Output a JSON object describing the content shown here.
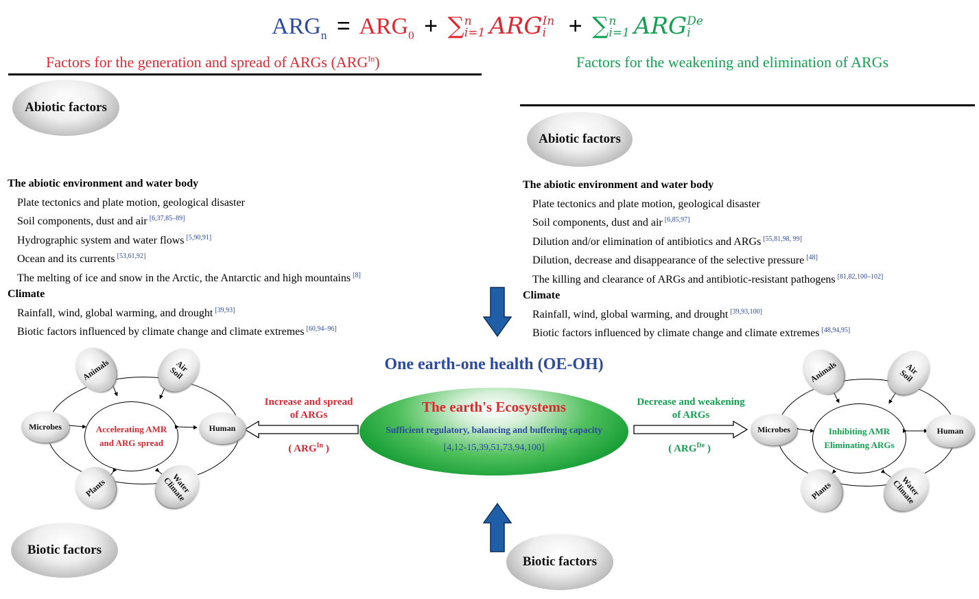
{
  "formula": {
    "lhs": "ARG",
    "lhs_sub": "n",
    "equals": "=",
    "arg0": "ARG",
    "arg0_sub": "0",
    "plus1": "+",
    "sigma": "∑",
    "sum_upper": "n",
    "sum_lower": "i=1",
    "term_in": "ARG",
    "term_in_sup": "In",
    "term_in_sub": "i",
    "plus2": "+",
    "term_de": "ARG",
    "term_de_sup": "De",
    "term_de_sub": "i"
  },
  "left_heading": {
    "text": "Factors for the generation and spread of ARGs (ARG",
    "sup": "In",
    "close": ")"
  },
  "right_heading": "Factors for the weakening and elimination of ARGs",
  "ovals": {
    "abiotic_left": "Abiotic factors",
    "abiotic_right": "Abiotic factors",
    "biotic_left": "Biotic factors",
    "biotic_center": "Biotic factors"
  },
  "left_list": {
    "head1": "The abiotic environment and water body",
    "items1": [
      {
        "text": "Plate tectonics and plate motion, geological disaster",
        "ref": ""
      },
      {
        "text": "Soil components, dust and air",
        "ref": "[6,37,85–89]"
      },
      {
        "text": "Hydrographic system and water flows",
        "ref": "[5,90,91]"
      },
      {
        "text": "Ocean and its currents",
        "ref": "[53,61,92]"
      },
      {
        "text": "The melting of ice and snow in the Arctic, the Antarctic and high mountains",
        "ref": "[8]"
      }
    ],
    "head2": "Climate",
    "items2": [
      {
        "text": "Rainfall, wind, global warming, and drought",
        "ref": "[39,93]"
      },
      {
        "text": "Biotic factors influenced by climate change and climate extremes",
        "ref": "[60,94–96]"
      }
    ]
  },
  "right_list": {
    "head1": "The abiotic environment and water body",
    "items1": [
      {
        "text": "Plate tectonics and plate motion, geological disaster",
        "ref": ""
      },
      {
        "text": "Soil components, dust and air",
        "ref": "[6,85,97]"
      },
      {
        "text": "Dilution and/or elimination of antibiotics and ARGs",
        "ref": "[55,81,98, 99]"
      },
      {
        "text": "Dilution, decrease and disappearance of the selective pressure",
        "ref": "[48]"
      },
      {
        "text": "The killing and clearance of ARGs and antibiotic-resistant pathogens",
        "ref": "[81,82,100–102]"
      }
    ],
    "head2": "Climate",
    "items2": [
      {
        "text": "Rainfall, wind, global warming, and drought",
        "ref": "[39,93,100]"
      },
      {
        "text": "Biotic factors influenced by climate change and climate extremes",
        "ref": "[48,94,95]"
      }
    ]
  },
  "center": {
    "title": "One earth-one health (OE-OH)",
    "eco_title": "The earth's Ecosystems",
    "eco_sub": "Sufficient regulatory, balancing and buffering capacity",
    "eco_refs": "[4,12-15,39,51,73,94,100]"
  },
  "left_arrow": {
    "line1": "Increase and spread",
    "line2": "of ARGs",
    "tag": "( ARG",
    "tag_sup": "In",
    "tag_close": " )"
  },
  "right_arrow": {
    "line1": "Decrease and weakening",
    "line2": "of ARGs",
    "tag": "( ARG",
    "tag_sup": "De",
    "tag_close": " )"
  },
  "left_cycle": {
    "center_line1": "Accelerating AMR",
    "center_line2": "and ARG spread",
    "nodes": {
      "animals": "Animals",
      "air": "Air",
      "soil": "Soil",
      "microbes": "Microbes",
      "human": "Human",
      "plants": "Plants",
      "water": "Water",
      "climate": "Climate"
    }
  },
  "right_cycle": {
    "center_line1": "Inhibiting AMR",
    "center_line2": "Eliminating ARGs",
    "nodes": {
      "animals": "Animals",
      "air": "Air",
      "soil": "Soil",
      "microbes": "Microbes",
      "human": "Human",
      "plants": "Plants",
      "water": "Water",
      "climate": "Climate"
    }
  },
  "colors": {
    "red": "#e0262f",
    "green": "#13a050",
    "blue": "#2b4aa0",
    "arrow_blue": "#1f5fa8"
  }
}
